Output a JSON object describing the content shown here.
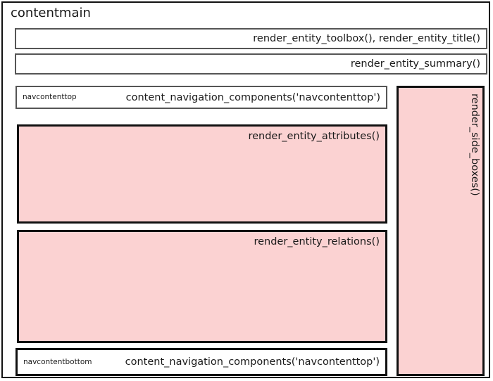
{
  "container": {
    "title": "contentmain",
    "border_color": "#111111",
    "background": "#ffffff"
  },
  "colors": {
    "pink_fill": "#fbd2d2",
    "thin_border": "#555555",
    "thick_border": "#111111",
    "text": "#1a1a1a"
  },
  "boxes": {
    "toolbox": {
      "caption": "render_entity_toolbox(), render_entity_title()"
    },
    "summary": {
      "caption": "render_entity_summary()"
    },
    "navcontenttop": {
      "id_label": "navcontenttop",
      "caption": "content_navigation_components('navcontenttop')"
    },
    "attributes": {
      "caption": "render_entity_attributes()"
    },
    "relations": {
      "caption": "render_entity_relations()"
    },
    "navcontentbottom": {
      "id_label": "navcontentbottom",
      "caption": "content_navigation_components('navcontenttop')"
    },
    "sidebar": {
      "caption": "render_side_boxes()"
    }
  }
}
